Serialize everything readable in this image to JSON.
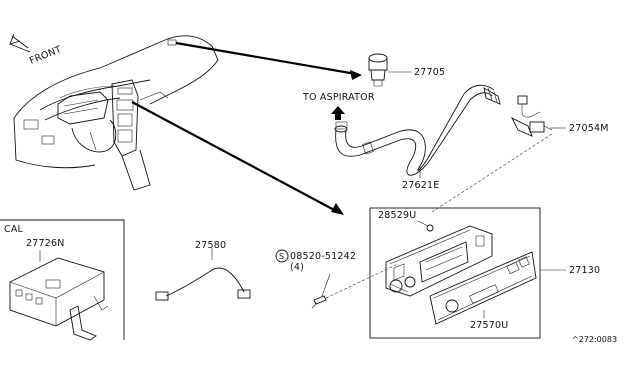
{
  "labels": {
    "front": "FRONT",
    "to_aspirator": "TO ASPIRATOR",
    "cal": "CAL",
    "p27705": "27705",
    "p27054m": "27054M",
    "p27621e": "27621E",
    "p28529u": "28529U",
    "p27130": "27130",
    "p27570u": "27570U",
    "p27580": "27580",
    "p27726n": "27726N",
    "bolt_code": "08520-51242",
    "bolt_qty": "(4)",
    "bolt_symbol": "S",
    "diagram_code": "^272:0083"
  }
}
